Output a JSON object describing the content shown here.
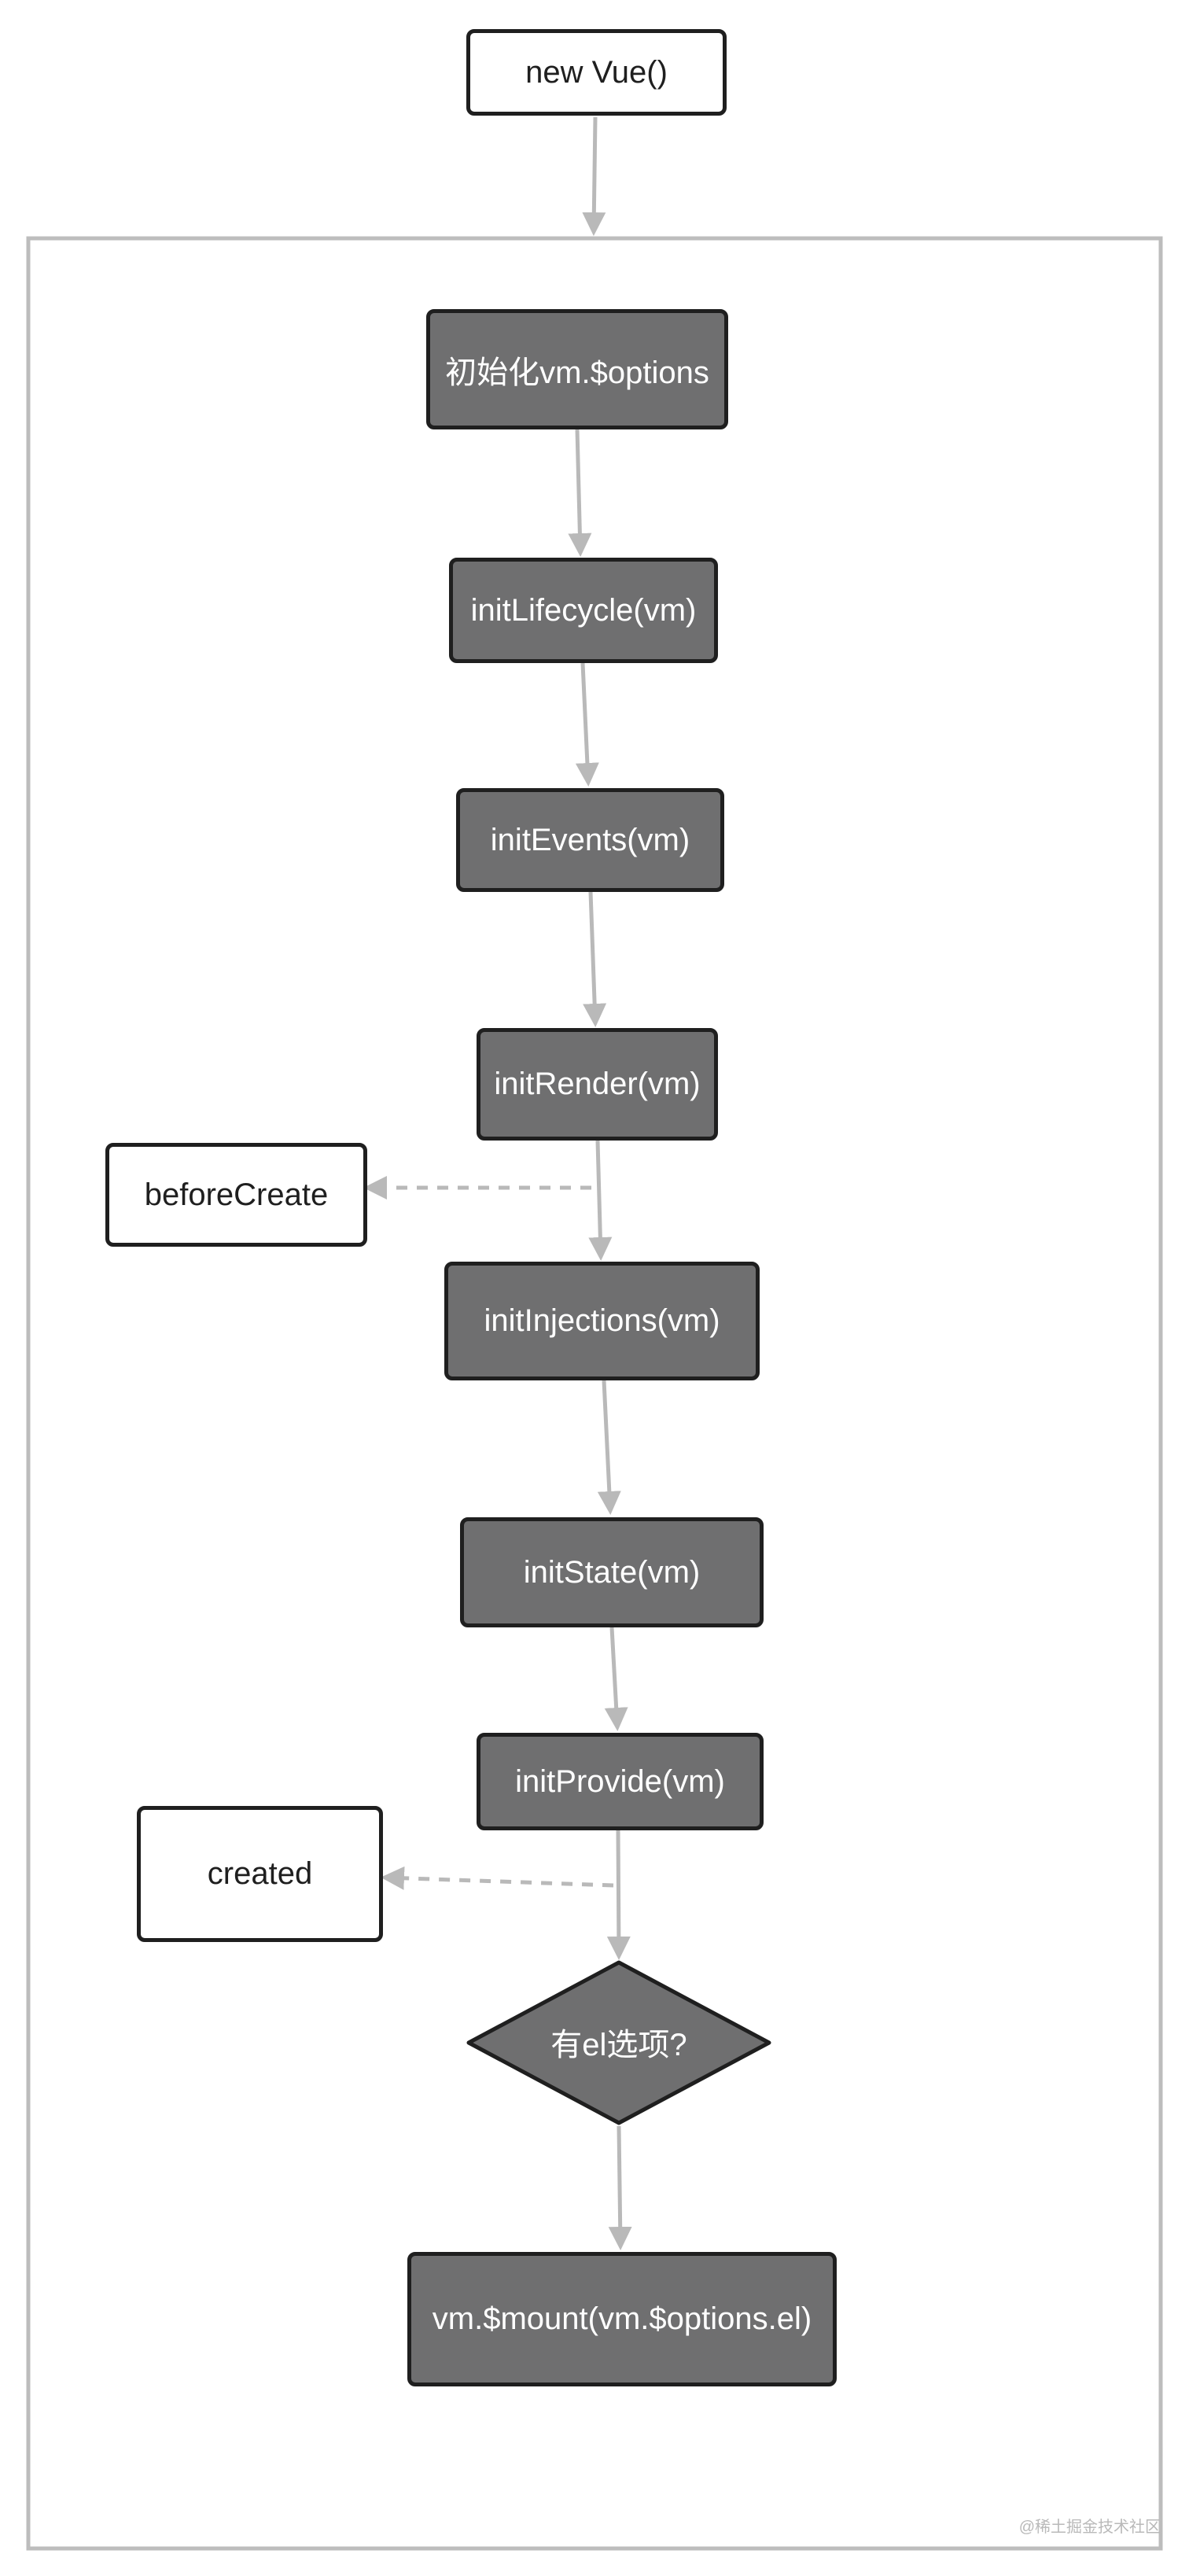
{
  "diagram": {
    "start": "new Vue()",
    "steps": {
      "init_options": "初始化vm.$options",
      "init_lifecycle": "initLifecycle(vm)",
      "init_events": "initEvents(vm)",
      "init_render": "initRender(vm)",
      "init_injections": "initInjections(vm)",
      "init_state": "initState(vm)",
      "init_provide": "initProvide(vm)",
      "decision": "有el选项?",
      "mount": "vm.$mount(vm.$options.el)"
    },
    "hooks": {
      "before_create": "beforeCreate",
      "created": "created"
    }
  },
  "watermark": "@稀土掘金技术社区",
  "colors": {
    "dark_node": "#6f6f70",
    "border": "#1f1f1f",
    "arrow": "#b9b9b9",
    "frame": "#bdbdbd"
  }
}
